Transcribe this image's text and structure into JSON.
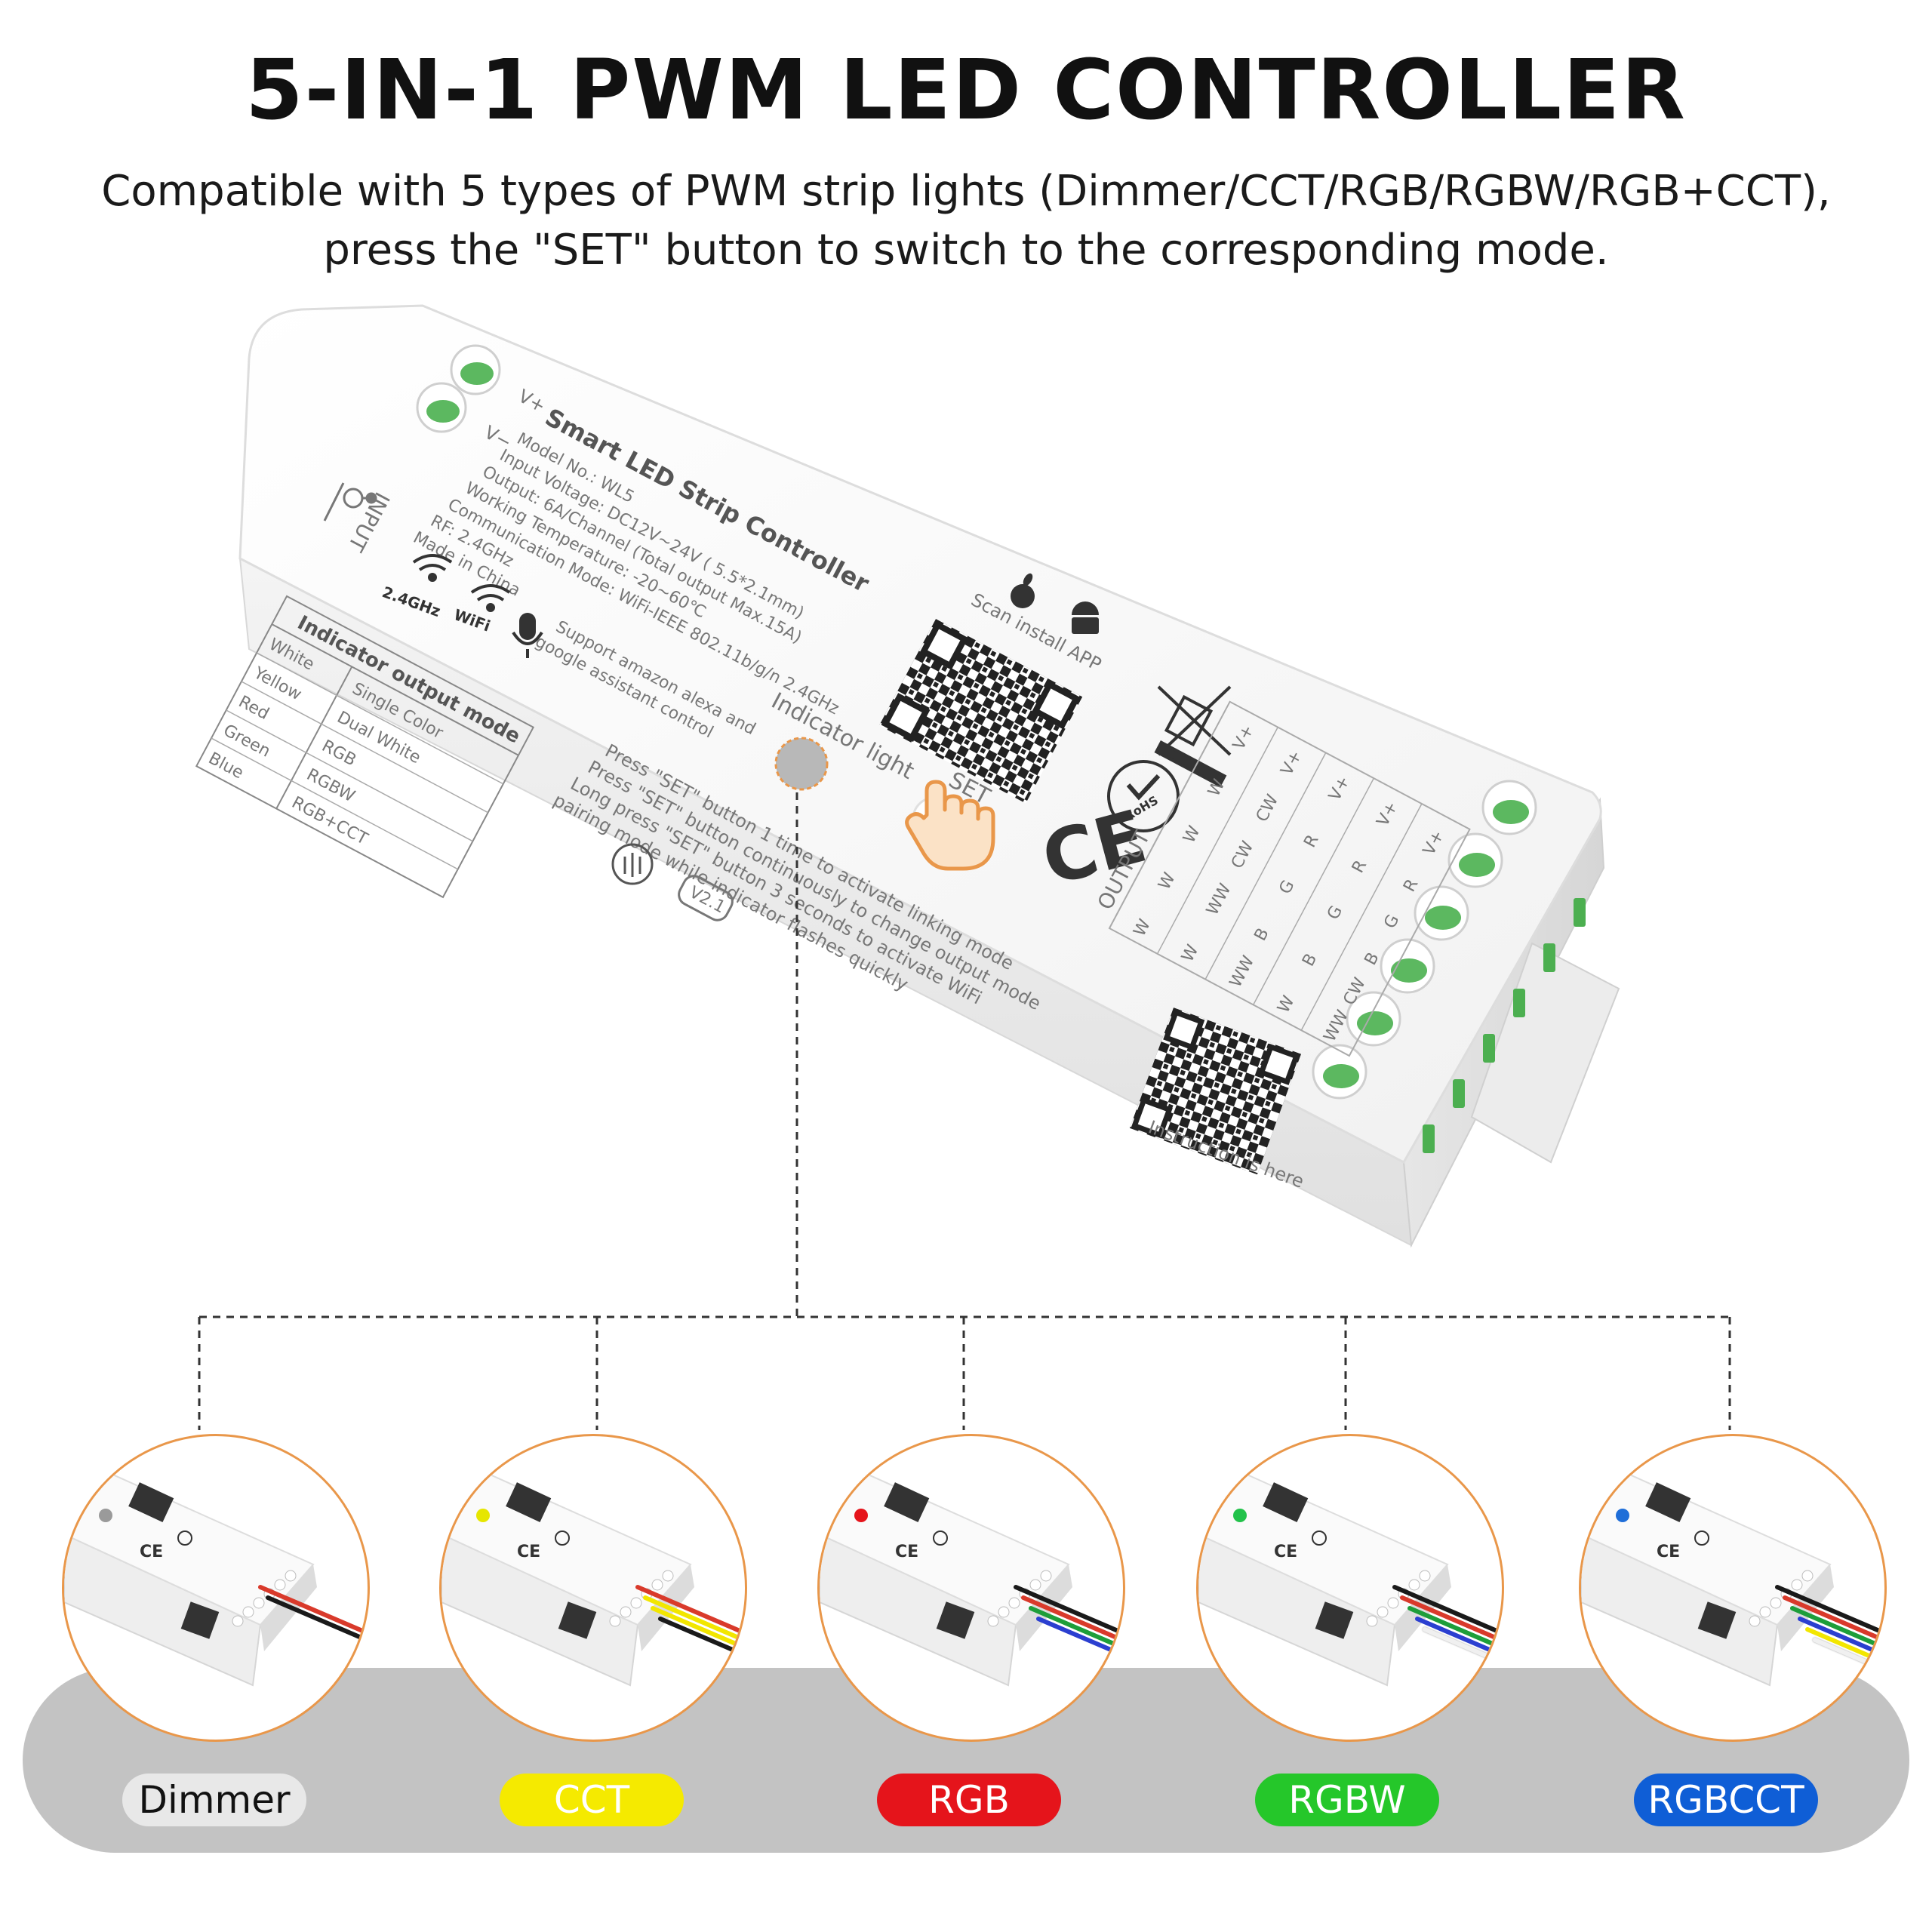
{
  "header": {
    "title": "5-IN-1 PWM LED CONTROLLER",
    "subtitle_line1": "Compatible with 5 types of PWM strip lights (Dimmer/CCT/RGB/RGBW/RGB+CCT),",
    "subtitle_line2": "press the \"SET\" button to switch to the corresponding mode."
  },
  "device": {
    "name": "Smart LED Strip Controller",
    "model": "Model No.: WL5",
    "input_voltage": "Input Voltage: DC12V~24V ( 5.5*2.1mm)",
    "output": "Output: 6A/Channel (Total output Max.15A)",
    "working_temp": "Working Temperature: -20~60℃",
    "comm_mode": "Communication Mode: WiFi-IEEE 802.11b/g/n 2.4GHz",
    "rf": "RF: 2.4GHz",
    "made_in": "Made in China",
    "vplus": "V+",
    "vminus": "V−",
    "input_label": "INPUT",
    "badge_24": "2.4GHz",
    "badge_wifi": "WiFi",
    "voice_line1": "Support amazon alexa and",
    "voice_line2": "google assistant control",
    "scan_label": "Scan install APP",
    "indicator_label": "Indicator light",
    "set_label": "SET",
    "instruction_label": "Instruction is here",
    "version": "V2.1",
    "rohs": "RoHS",
    "ce": "CE",
    "output_header": "OUTPUT",
    "instructions": [
      "Press \"SET\" button 1 time to activate linking mode",
      "Press \"SET\" button continuously to change output mode",
      "Long press \"SET\" button 3 seconds to activate WiFi",
      "pairing mode while indicator flashes quickly"
    ],
    "indicator_table": {
      "header": "Indicator output mode",
      "rows": [
        {
          "color": "White",
          "mode": "Single Color"
        },
        {
          "color": "Yellow",
          "mode": "Dual White"
        },
        {
          "color": "Red",
          "mode": "RGB"
        },
        {
          "color": "Green",
          "mode": "RGBW"
        },
        {
          "color": "Blue",
          "mode": "RGB+CCT"
        }
      ]
    },
    "output_rows": [
      [
        "W",
        "W",
        "W",
        "W",
        "V+"
      ],
      [
        "W",
        "WW",
        "CW",
        "CW",
        "V+"
      ],
      [
        "WW",
        "B",
        "G",
        "R",
        "V+"
      ],
      [
        "W",
        "B",
        "G",
        "R",
        "V+"
      ],
      [
        "WW",
        "CW",
        "B",
        "G",
        "R",
        "V+"
      ]
    ]
  },
  "modes": [
    {
      "label": "Dimmer",
      "pill_color": "#e8e8e8",
      "text_color": "#111111",
      "indicator_color": "#9a9a9a",
      "wires": [
        "#d93a2b",
        "#1a1a1a"
      ]
    },
    {
      "label": "CCT",
      "pill_color": "#f5ea00",
      "text_color": "#ffffff",
      "indicator_color": "#e6e600",
      "wires": [
        "#d93a2b",
        "#f2e600",
        "#f2e600",
        "#1a1a1a"
      ]
    },
    {
      "label": "RGB",
      "pill_color": "#e5141b",
      "text_color": "#ffffff",
      "indicator_color": "#e5141b",
      "wires": [
        "#1a1a1a",
        "#d93a2b",
        "#1e9e3a",
        "#2b3fd0"
      ]
    },
    {
      "label": "RGBW",
      "pill_color": "#25c72a",
      "text_color": "#ffffff",
      "indicator_color": "#22c24a",
      "wires": [
        "#1a1a1a",
        "#d93a2b",
        "#1e9e3a",
        "#2b3fd0",
        "#f0f0f0"
      ]
    },
    {
      "label": "RGBCCT",
      "pill_color": "#0f5ed6",
      "text_color": "#ffffff",
      "indicator_color": "#1f6ed8",
      "wires": [
        "#1a1a1a",
        "#d93a2b",
        "#1e9e3a",
        "#2b3fd0",
        "#f2e600",
        "#f0f0f0"
      ]
    }
  ],
  "colors": {
    "accent_orange": "#e9974a",
    "band_gray": "#c3c3c3",
    "terminal_green": "#4caf50"
  }
}
